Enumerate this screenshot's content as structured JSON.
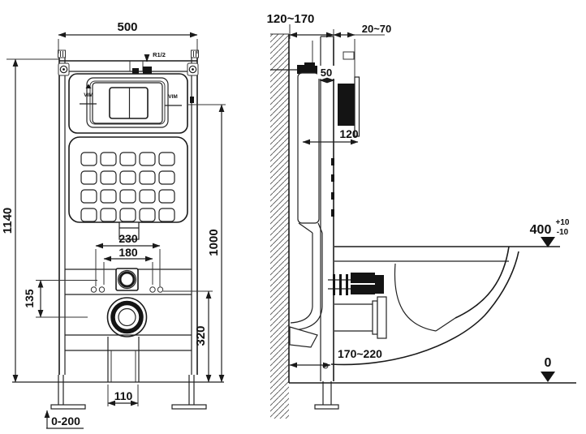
{
  "document": {
    "type": "technical installation drawing",
    "subject": "wall-hung toilet concealed cistern frame, front and side views"
  },
  "front": {
    "dim_frame_width": "500",
    "dim_frame_height": "1140",
    "dim_panel_height": "1000",
    "dim_inlet_span": "230",
    "dim_stud_span": "180",
    "dim_inlet_to_drain": "135",
    "dim_drain_height": "320",
    "dim_drain_pipe_width": "110",
    "dim_leg_adjust_range": "0-200",
    "label_water_thread": "R1/2",
    "brand_left": "VIM",
    "brand_right": "VIM"
  },
  "side": {
    "dim_frame_depth": "120~170",
    "dim_wall_finish": "20~70",
    "dim_top_rail": "50",
    "dim_plate_depth": "120",
    "dim_drain_to_wall": "170~220",
    "seat_datum_value": "400",
    "seat_datum_plus": "+10",
    "seat_datum_minus": "-10",
    "floor_datum": "0"
  }
}
